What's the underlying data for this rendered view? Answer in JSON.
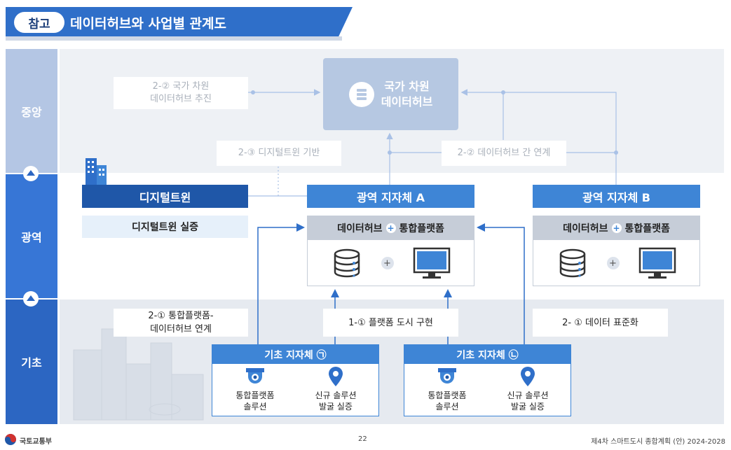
{
  "header": {
    "tag": "참고",
    "title": "데이터허브와 사업별 관계도"
  },
  "sides": {
    "central": "중앙",
    "regional": "광역",
    "basic": "기초"
  },
  "central": {
    "hub": [
      "국가 차원",
      "데이터허브"
    ],
    "label_national_hub": [
      "2-② 국가 차원",
      "데이터허브 추진"
    ],
    "label_digital_twin_base": "2-③ 디지털트윈 기반",
    "label_hub_link": "2-② 데이터허브 간 연계"
  },
  "regional": {
    "digital_twin": "디지털트윈",
    "digital_twin_demo": "디지털트윈 실증",
    "gov_a": "광역 지자체 A",
    "gov_b": "광역 지자체 B",
    "platform_a": {
      "left": "데이터허브",
      "right": "통합플랫폼"
    },
    "platform_b": {
      "left": "데이터허브",
      "right": "통합플랫폼"
    }
  },
  "basic": {
    "label_platform_hub_link": [
      "2-① 통합플랫폼-",
      "데이터허브 연계"
    ],
    "label_platform_city": "1-① 플랫폼 도시 구현",
    "label_data_standard": "2- ① 데이터 표준화",
    "gov_1": {
      "title": "기초 지자체 ㉠",
      "item1": [
        "통합플랫폼",
        "솔루션"
      ],
      "item2": [
        "신규 솔루션",
        "발굴 실증"
      ]
    },
    "gov_2": {
      "title": "기초 지자체 ㉡",
      "item1": [
        "통합플랫폼",
        "솔루션"
      ],
      "item2": [
        "신규 솔루션",
        "발굴 실증"
      ]
    }
  },
  "footer": {
    "ministry": "국토교통부",
    "page": "22",
    "doc": "제4차 스마트도시 종합계획 (안) 2024-2028"
  },
  "colors": {
    "accent": "#3e85d6",
    "navy": "#1f57a8",
    "hub": "#b6c8e2"
  },
  "icons": [
    "server-icon",
    "database-icon",
    "monitor-icon",
    "cctv-icon",
    "location-pin-icon",
    "building-icon",
    "ministry-logo-icon"
  ]
}
